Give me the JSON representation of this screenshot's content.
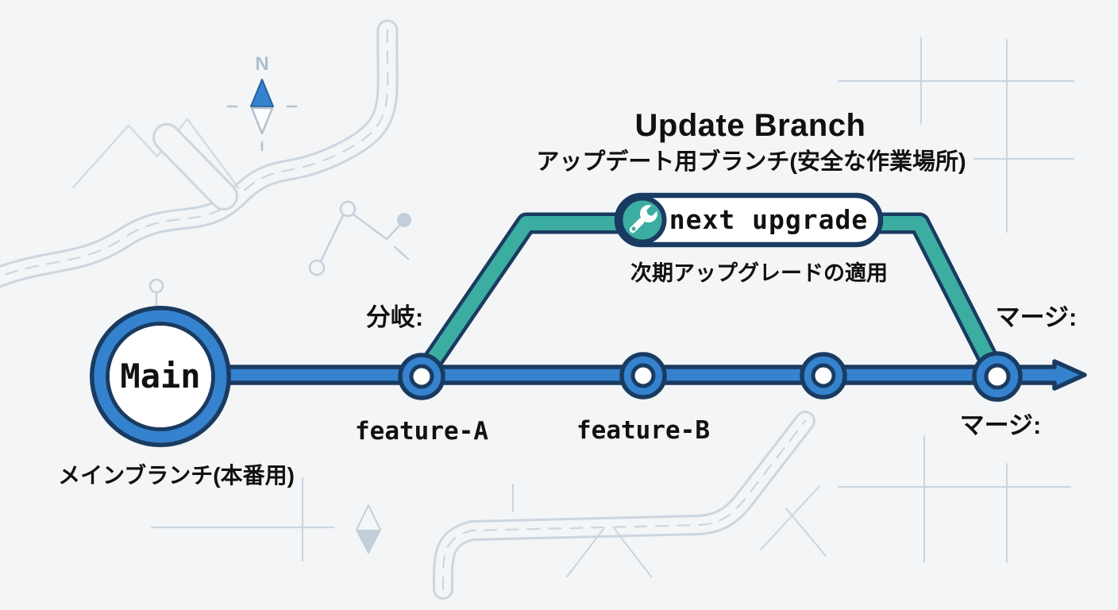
{
  "header": {
    "title": "Update Branch",
    "subtitle_ja": "アップデート用ブランチ(安全な作業場所)"
  },
  "update_branch": {
    "node_label": "next upgrade",
    "node_icon": "wrench-icon",
    "caption_ja": "次期アップグレードの適用",
    "fork_label_ja": "分岐:",
    "merge_label_top_ja": "マージ:",
    "merge_label_bottom_ja": "マージ:"
  },
  "main_line": {
    "terminal_label": "Main",
    "terminal_caption_ja": "メインブランチ(本番用)",
    "stations": [
      {
        "label": "Main",
        "kind": "terminal"
      },
      {
        "label": "feature-A",
        "kind": "station",
        "note_ja": "分岐:"
      },
      {
        "label": "feature-B",
        "kind": "station"
      },
      {
        "label": "",
        "kind": "station"
      },
      {
        "label": "",
        "kind": "merge",
        "note_top_ja": "マージ:",
        "note_bottom_ja": "マージ:"
      }
    ]
  },
  "compass": {
    "north": "N"
  },
  "colors": {
    "background": "#f4f5f6",
    "main_line_blue": "#3583cf",
    "branch_teal": "#3cada1",
    "outline_navy": "#1a3b61",
    "decoration_gray": "#ccd6e0",
    "text": "#111111"
  }
}
